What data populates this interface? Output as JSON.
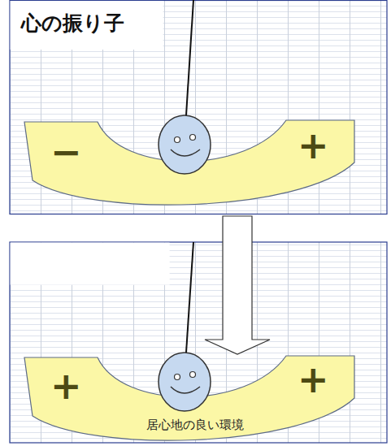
{
  "diagram": {
    "title": "心の振り子",
    "nodes": [
      {
        "text": [
          "−",
          "+"
        ]
      },
      {
        "text": [
          "+",
          "+",
          "居心地の良い環境"
        ]
      }
    ],
    "edges": [
      {
        "from": 0,
        "to": 1,
        "arrow": "to"
      }
    ]
  }
}
